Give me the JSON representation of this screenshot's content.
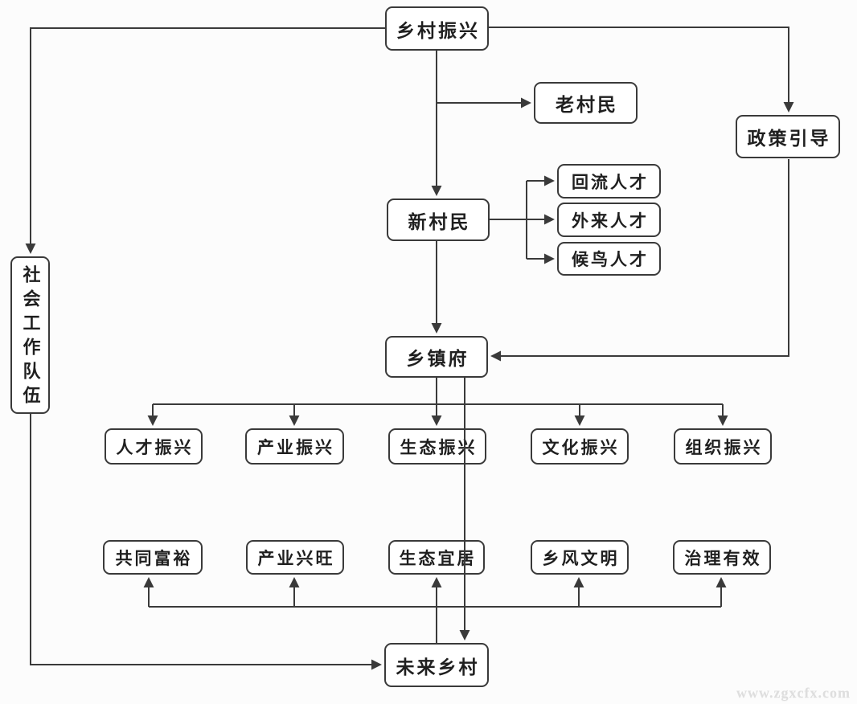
{
  "page": {
    "watermark": "www.zgxcfx.com"
  },
  "colors": {
    "line": "#3a3a3a",
    "box_border": "#3a3a3a",
    "box_fill": "#ffffff",
    "text": "#1f1f1f",
    "background": "#fcfcfc",
    "watermark": "#dedede"
  },
  "diagram": {
    "type": "flowchart",
    "nodes": [
      {
        "id": "rural-revitalization",
        "label": "乡村振兴"
      },
      {
        "id": "old-villagers",
        "label": "老村民"
      },
      {
        "id": "policy-guidance",
        "label": "政策引导"
      },
      {
        "id": "new-villagers",
        "label": "新村民"
      },
      {
        "id": "returning-talent",
        "label": "回流人才"
      },
      {
        "id": "external-talent",
        "label": "外来人才"
      },
      {
        "id": "migratory-talent",
        "label": "候鸟人才"
      },
      {
        "id": "social-work-team",
        "label": "社会工作队伍"
      },
      {
        "id": "township-government",
        "label": "乡镇府"
      },
      {
        "id": "talent-revitalization",
        "label": "人才振兴"
      },
      {
        "id": "industry-revitalization",
        "label": "产业振兴"
      },
      {
        "id": "ecology-revitalization",
        "label": "生态振兴"
      },
      {
        "id": "culture-revitalization",
        "label": "文化振兴"
      },
      {
        "id": "organization-revitalization",
        "label": "组织振兴"
      },
      {
        "id": "common-prosperity",
        "label": "共同富裕"
      },
      {
        "id": "thriving-industry",
        "label": "产业兴旺"
      },
      {
        "id": "livable-ecology",
        "label": "生态宜居"
      },
      {
        "id": "civilized-rural-culture",
        "label": "乡风文明"
      },
      {
        "id": "effective-governance",
        "label": "治理有效"
      },
      {
        "id": "future-village",
        "label": "未来乡村"
      }
    ],
    "edges": [
      {
        "from": "乡村振兴",
        "to": "老村民"
      },
      {
        "from": "乡村振兴",
        "to": "新村民"
      },
      {
        "from": "乡村振兴",
        "to": "政策引导"
      },
      {
        "from": "乡村振兴",
        "to": "社会工作队伍"
      },
      {
        "from": "新村民",
        "to": "回流人才"
      },
      {
        "from": "新村民",
        "to": "外来人才"
      },
      {
        "from": "新村民",
        "to": "候鸟人才"
      },
      {
        "from": "新村民",
        "to": "乡镇府"
      },
      {
        "from": "政策引导",
        "to": "乡镇府"
      },
      {
        "from": "乡镇府",
        "to": "人才振兴"
      },
      {
        "from": "乡镇府",
        "to": "产业振兴"
      },
      {
        "from": "乡镇府",
        "to": "生态振兴"
      },
      {
        "from": "乡镇府",
        "to": "文化振兴"
      },
      {
        "from": "乡镇府",
        "to": "组织振兴"
      },
      {
        "from": "乡镇府",
        "to": "未来乡村"
      },
      {
        "from": "社会工作队伍",
        "to": "未来乡村"
      },
      {
        "from": "未来乡村",
        "to": "共同富裕"
      },
      {
        "from": "未来乡村",
        "to": "产业兴旺"
      },
      {
        "from": "未来乡村",
        "to": "生态宜居"
      },
      {
        "from": "未来乡村",
        "to": "乡风文明"
      },
      {
        "from": "未来乡村",
        "to": "治理有效"
      }
    ]
  }
}
